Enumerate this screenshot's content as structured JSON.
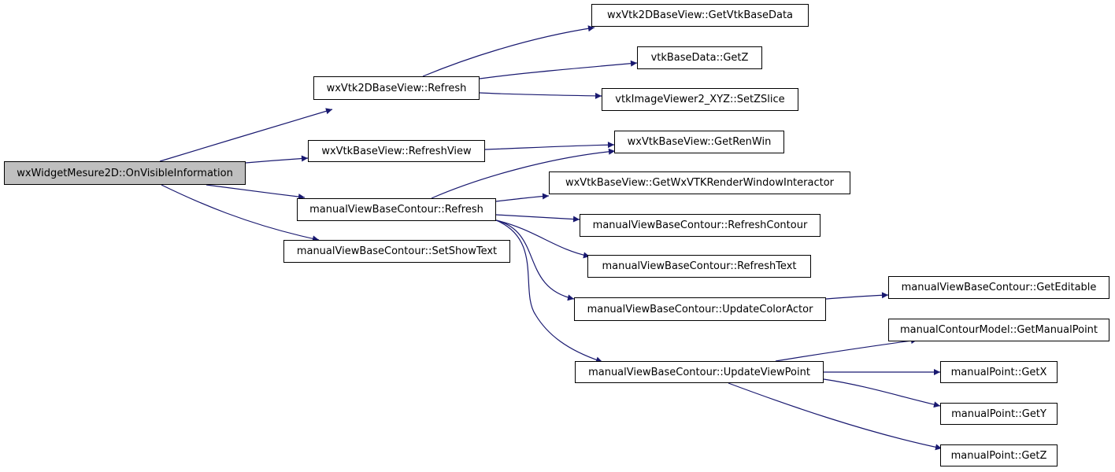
{
  "nodes": [
    {
      "id": "root",
      "label": "wxWidgetMesure2D::OnVisibleInformation",
      "root": true
    },
    {
      "id": "n1",
      "label": "wxVtk2DBaseView::Refresh"
    },
    {
      "id": "n2",
      "label": "wxVtkBaseView::RefreshView"
    },
    {
      "id": "n3",
      "label": "manualViewBaseContour::Refresh"
    },
    {
      "id": "n4",
      "label": "manualViewBaseContour::SetShowText"
    },
    {
      "id": "n5",
      "label": "wxVtk2DBaseView::GetVtkBaseData"
    },
    {
      "id": "n6",
      "label": "vtkBaseData::GetZ"
    },
    {
      "id": "n7",
      "label": "vtkImageViewer2_XYZ::SetZSlice"
    },
    {
      "id": "n8",
      "label": "wxVtkBaseView::GetRenWin"
    },
    {
      "id": "n9",
      "label": "wxVtkBaseView::GetWxVTKRenderWindowInteractor"
    },
    {
      "id": "n10",
      "label": "manualViewBaseContour::RefreshContour"
    },
    {
      "id": "n11",
      "label": "manualViewBaseContour::RefreshText"
    },
    {
      "id": "n12",
      "label": "manualViewBaseContour::UpdateColorActor"
    },
    {
      "id": "n13",
      "label": "manualViewBaseContour::UpdateViewPoint"
    },
    {
      "id": "n14",
      "label": "manualViewBaseContour::GetEditable"
    },
    {
      "id": "n15",
      "label": "manualContourModel::GetManualPoint"
    },
    {
      "id": "n16",
      "label": "manualPoint::GetX"
    },
    {
      "id": "n17",
      "label": "manualPoint::GetY"
    },
    {
      "id": "n18",
      "label": "manualPoint::GetZ"
    }
  ],
  "edges": [
    [
      "root",
      "n1"
    ],
    [
      "root",
      "n2"
    ],
    [
      "root",
      "n3"
    ],
    [
      "root",
      "n4"
    ],
    [
      "n1",
      "n5"
    ],
    [
      "n1",
      "n6"
    ],
    [
      "n1",
      "n7"
    ],
    [
      "n2",
      "n8"
    ],
    [
      "n3",
      "n8"
    ],
    [
      "n3",
      "n9"
    ],
    [
      "n3",
      "n10"
    ],
    [
      "n3",
      "n11"
    ],
    [
      "n3",
      "n12"
    ],
    [
      "n3",
      "n13"
    ],
    [
      "n12",
      "n14"
    ],
    [
      "n13",
      "n15"
    ],
    [
      "n13",
      "n16"
    ],
    [
      "n13",
      "n17"
    ],
    [
      "n13",
      "n18"
    ]
  ],
  "colors": {
    "edge": "#191970",
    "node_border": "#000000",
    "root_fill": "#bfbfbf"
  }
}
